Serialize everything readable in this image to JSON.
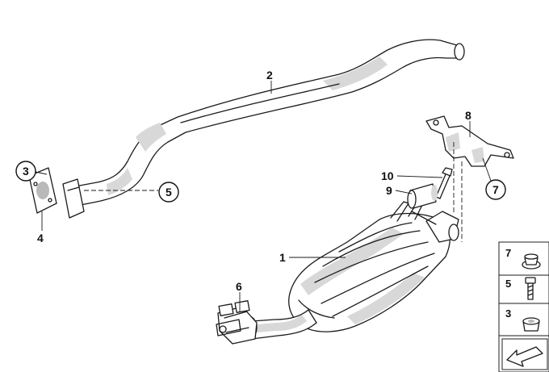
{
  "callouts": {
    "c1": "1",
    "c2": "2",
    "c3": "3",
    "c4": "4",
    "c5": "5",
    "c6": "6",
    "c7": "7",
    "c8": "8",
    "c9": "9",
    "c10": "10"
  },
  "legend": {
    "item_7": "7",
    "item_5": "5",
    "item_3": "3"
  },
  "colors": {
    "line": "#1a1a1a",
    "shade": "#d8d8d8",
    "background": "#ffffff"
  },
  "icons": {
    "orientation": "arrow-icon"
  }
}
